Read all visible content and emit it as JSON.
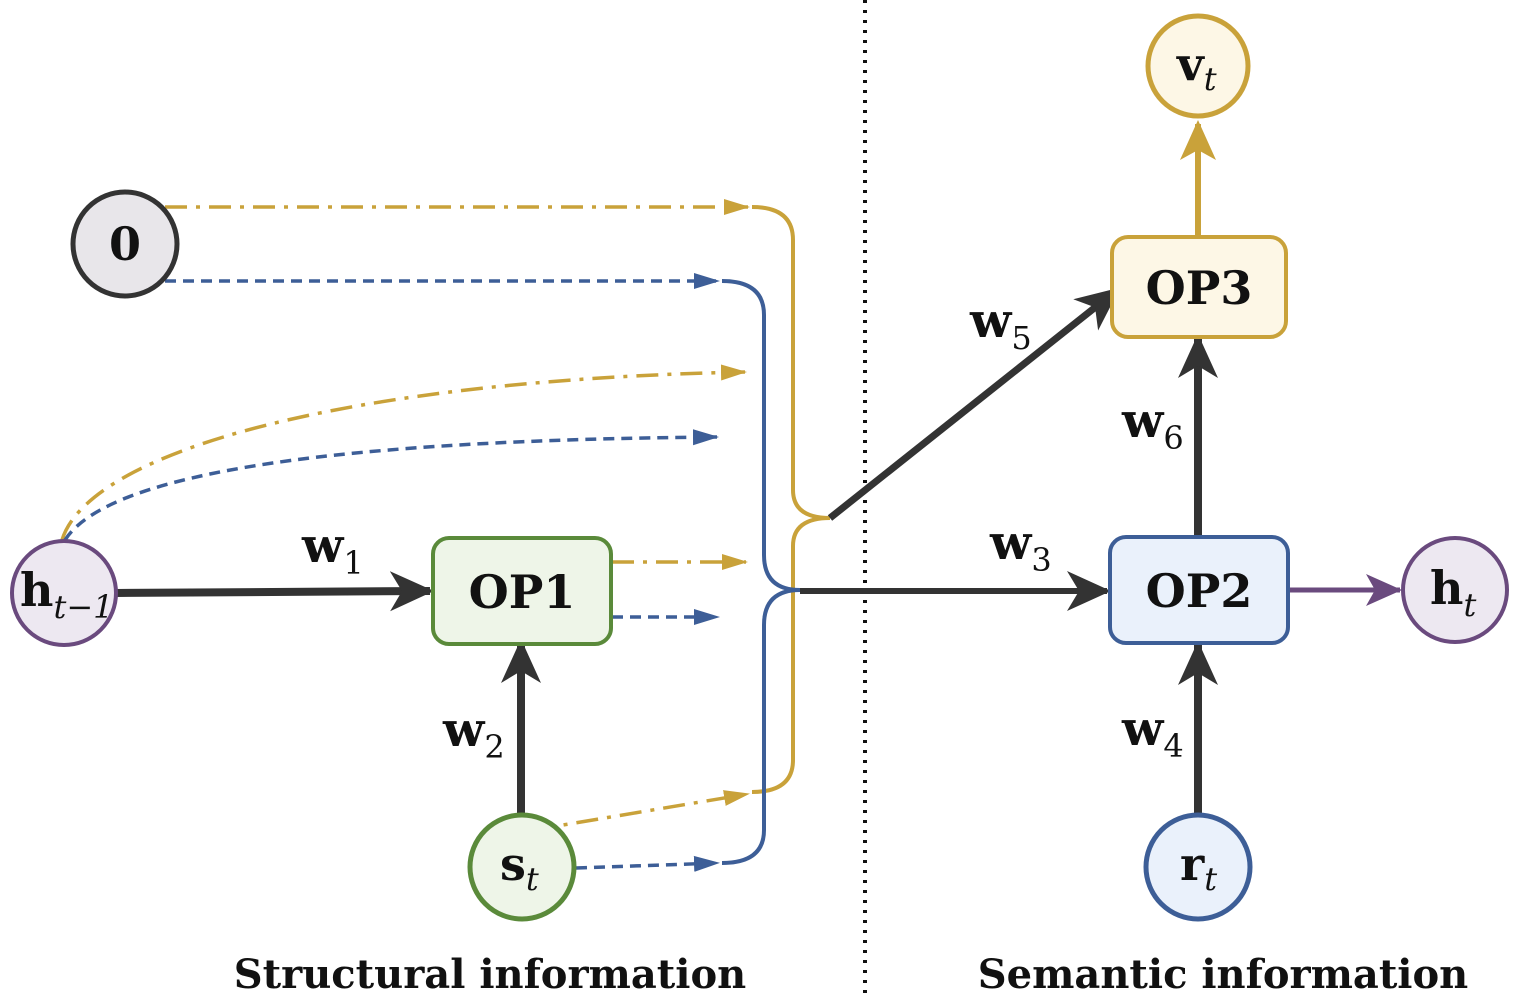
{
  "colors": {
    "gold": "#C9A23A",
    "blue": "#3D5E97",
    "dark": "#333333",
    "purple": "#6A4A7E",
    "green": "#5A8A3A",
    "gray_node_fill": "#E8E6EA",
    "op1_fill": "#EEF5E8",
    "op2_fill": "#EAF1FB",
    "op3_fill": "#FDF7E6",
    "h_fill": "#EDE8F1",
    "r_fill": "#EAF1FB",
    "v_fill": "#FDF7E6"
  },
  "nodes": {
    "zero": "0",
    "h_prev": {
      "base": "h",
      "sub": "t−1"
    },
    "s_t": {
      "base": "s",
      "sub": "t"
    },
    "r_t": {
      "base": "r",
      "sub": "t"
    },
    "h_t": {
      "base": "h",
      "sub": "t"
    },
    "v_t": {
      "base": "v",
      "sub": "t"
    }
  },
  "ops": {
    "op1": "OP1",
    "op2": "OP2",
    "op3": "OP3"
  },
  "weights": {
    "w1": {
      "base": "w",
      "sub": "1"
    },
    "w2": {
      "base": "w",
      "sub": "2"
    },
    "w3": {
      "base": "w",
      "sub": "3"
    },
    "w4": {
      "base": "w",
      "sub": "4"
    },
    "w5": {
      "base": "w",
      "sub": "5"
    },
    "w6": {
      "base": "w",
      "sub": "6"
    }
  },
  "captions": {
    "left": "Structural information",
    "right": "Semantic information"
  }
}
